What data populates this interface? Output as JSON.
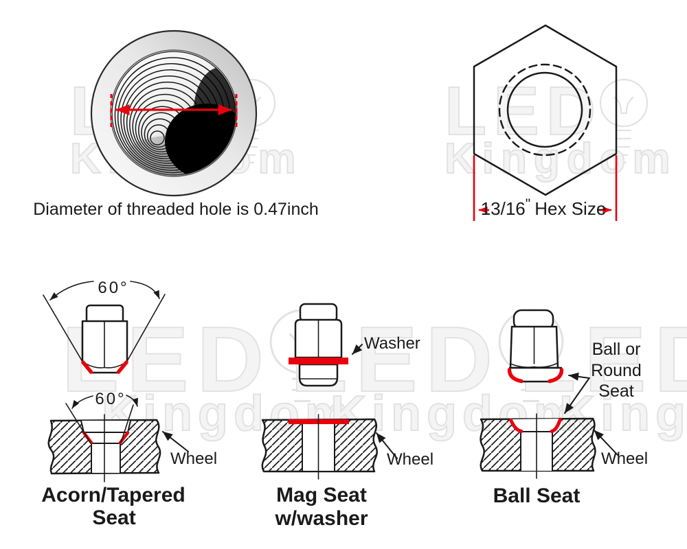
{
  "colors": {
    "accent_red": "#e8000d",
    "line_black": "#1a1a1a",
    "watermark_gray": "#e2e2e2"
  },
  "watermark": {
    "brand_top": "LED",
    "brand_bottom": "Kingdom",
    "icon": "lightbulb"
  },
  "threaded_hole": {
    "caption": "Diameter of threaded hole is 0.47inch"
  },
  "hex_nut": {
    "size_fraction": "13/16",
    "inch_mark": "\"",
    "size_label": "Hex Size"
  },
  "seats": {
    "acorn": {
      "angle_top": "60°",
      "angle_bottom": "60°",
      "wheel_label": "Wheel",
      "title_line1": "Acorn/Tapered",
      "title_line2": "Seat"
    },
    "mag": {
      "washer_label": "Washer",
      "wheel_label": "Wheel",
      "title_line1": "Mag Seat",
      "title_line2": "w/washer"
    },
    "ball": {
      "seat_label_line1": "Ball or",
      "seat_label_line2": "Round",
      "seat_label_line3": "Seat",
      "wheel_label": "Wheel",
      "title": "Ball Seat"
    }
  }
}
